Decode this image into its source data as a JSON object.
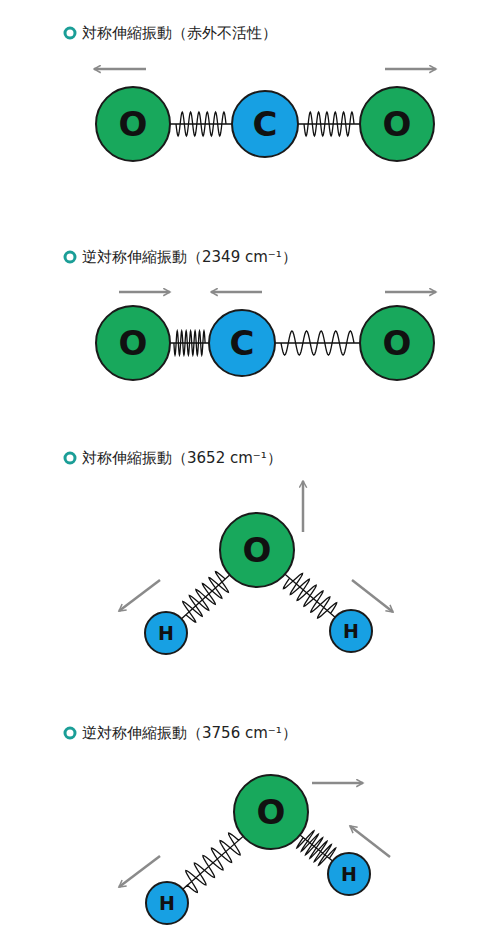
{
  "diagram": {
    "nodes": [
      {
        "text": [
          "O"
        ]
      },
      {
        "text": [
          "C"
        ]
      },
      {
        "text": [
          "O"
        ]
      },
      {
        "text": [
          "O"
        ]
      },
      {
        "text": [
          "C"
        ]
      },
      {
        "text": [
          "O"
        ]
      },
      {
        "text": [
          "O"
        ]
      },
      {
        "text": [
          "H"
        ]
      },
      {
        "text": [
          "H"
        ]
      },
      {
        "text": [
          "O"
        ]
      },
      {
        "text": [
          "H"
        ]
      },
      {
        "text": [
          "H"
        ]
      }
    ],
    "edges": [
      {
        "from": 0,
        "to": 1,
        "arrow": "none"
      },
      {
        "from": 1,
        "to": 2,
        "arrow": "none"
      },
      {
        "from": 3,
        "to": 4,
        "arrow": "none"
      },
      {
        "from": 4,
        "to": 5,
        "arrow": "none"
      },
      {
        "from": 6,
        "to": 7,
        "arrow": "none"
      },
      {
        "from": 6,
        "to": 8,
        "arrow": "none"
      },
      {
        "from": 9,
        "to": 10,
        "arrow": "none"
      },
      {
        "from": 9,
        "to": 11,
        "arrow": "none"
      }
    ],
    "labels": [
      "対称伸縮振動（赤外不活性）",
      "逆対称伸縮振動（2349 cm⁻¹）",
      "対称伸縮振動（3652 cm⁻¹）",
      "逆対称伸縮振動（3756 cm⁻¹）"
    ]
  }
}
